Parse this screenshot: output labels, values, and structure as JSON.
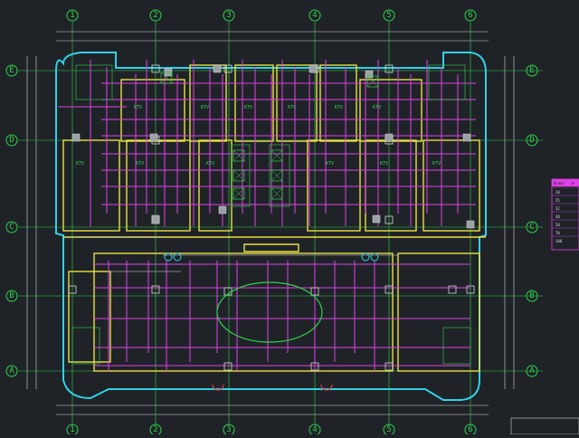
{
  "axes_top": [
    "1",
    "2",
    "3",
    "4",
    "5",
    "6"
  ],
  "axes_bottom": [
    "1",
    "2",
    "3",
    "4",
    "5",
    "6"
  ],
  "axes_left": [
    "E",
    "D",
    "C",
    "B",
    "A"
  ],
  "axes_right": [
    "E",
    "D",
    "C",
    "B",
    "A"
  ],
  "colors": {
    "background": "#1f2328",
    "axis": "#2fd34a",
    "wall": "#e8e040",
    "outline": "#31d2e6",
    "pipe": "#e040e8",
    "dim_white": "#d8d8d8",
    "equipment": "#9aa0a6",
    "marker_red": "#e83a3a"
  },
  "room_labels": [
    "KTV",
    "KTV",
    "KTV",
    "KTV",
    "KTV",
    "KTV",
    "KTV",
    "KTV",
    "KTV",
    "KTV",
    "KTV",
    "KTV"
  ],
  "legend_table": {
    "header": [
      "B(mm)",
      "W"
    ],
    "rows": [
      "20",
      "25",
      "32",
      "40",
      "50",
      "70",
      "100"
    ]
  }
}
